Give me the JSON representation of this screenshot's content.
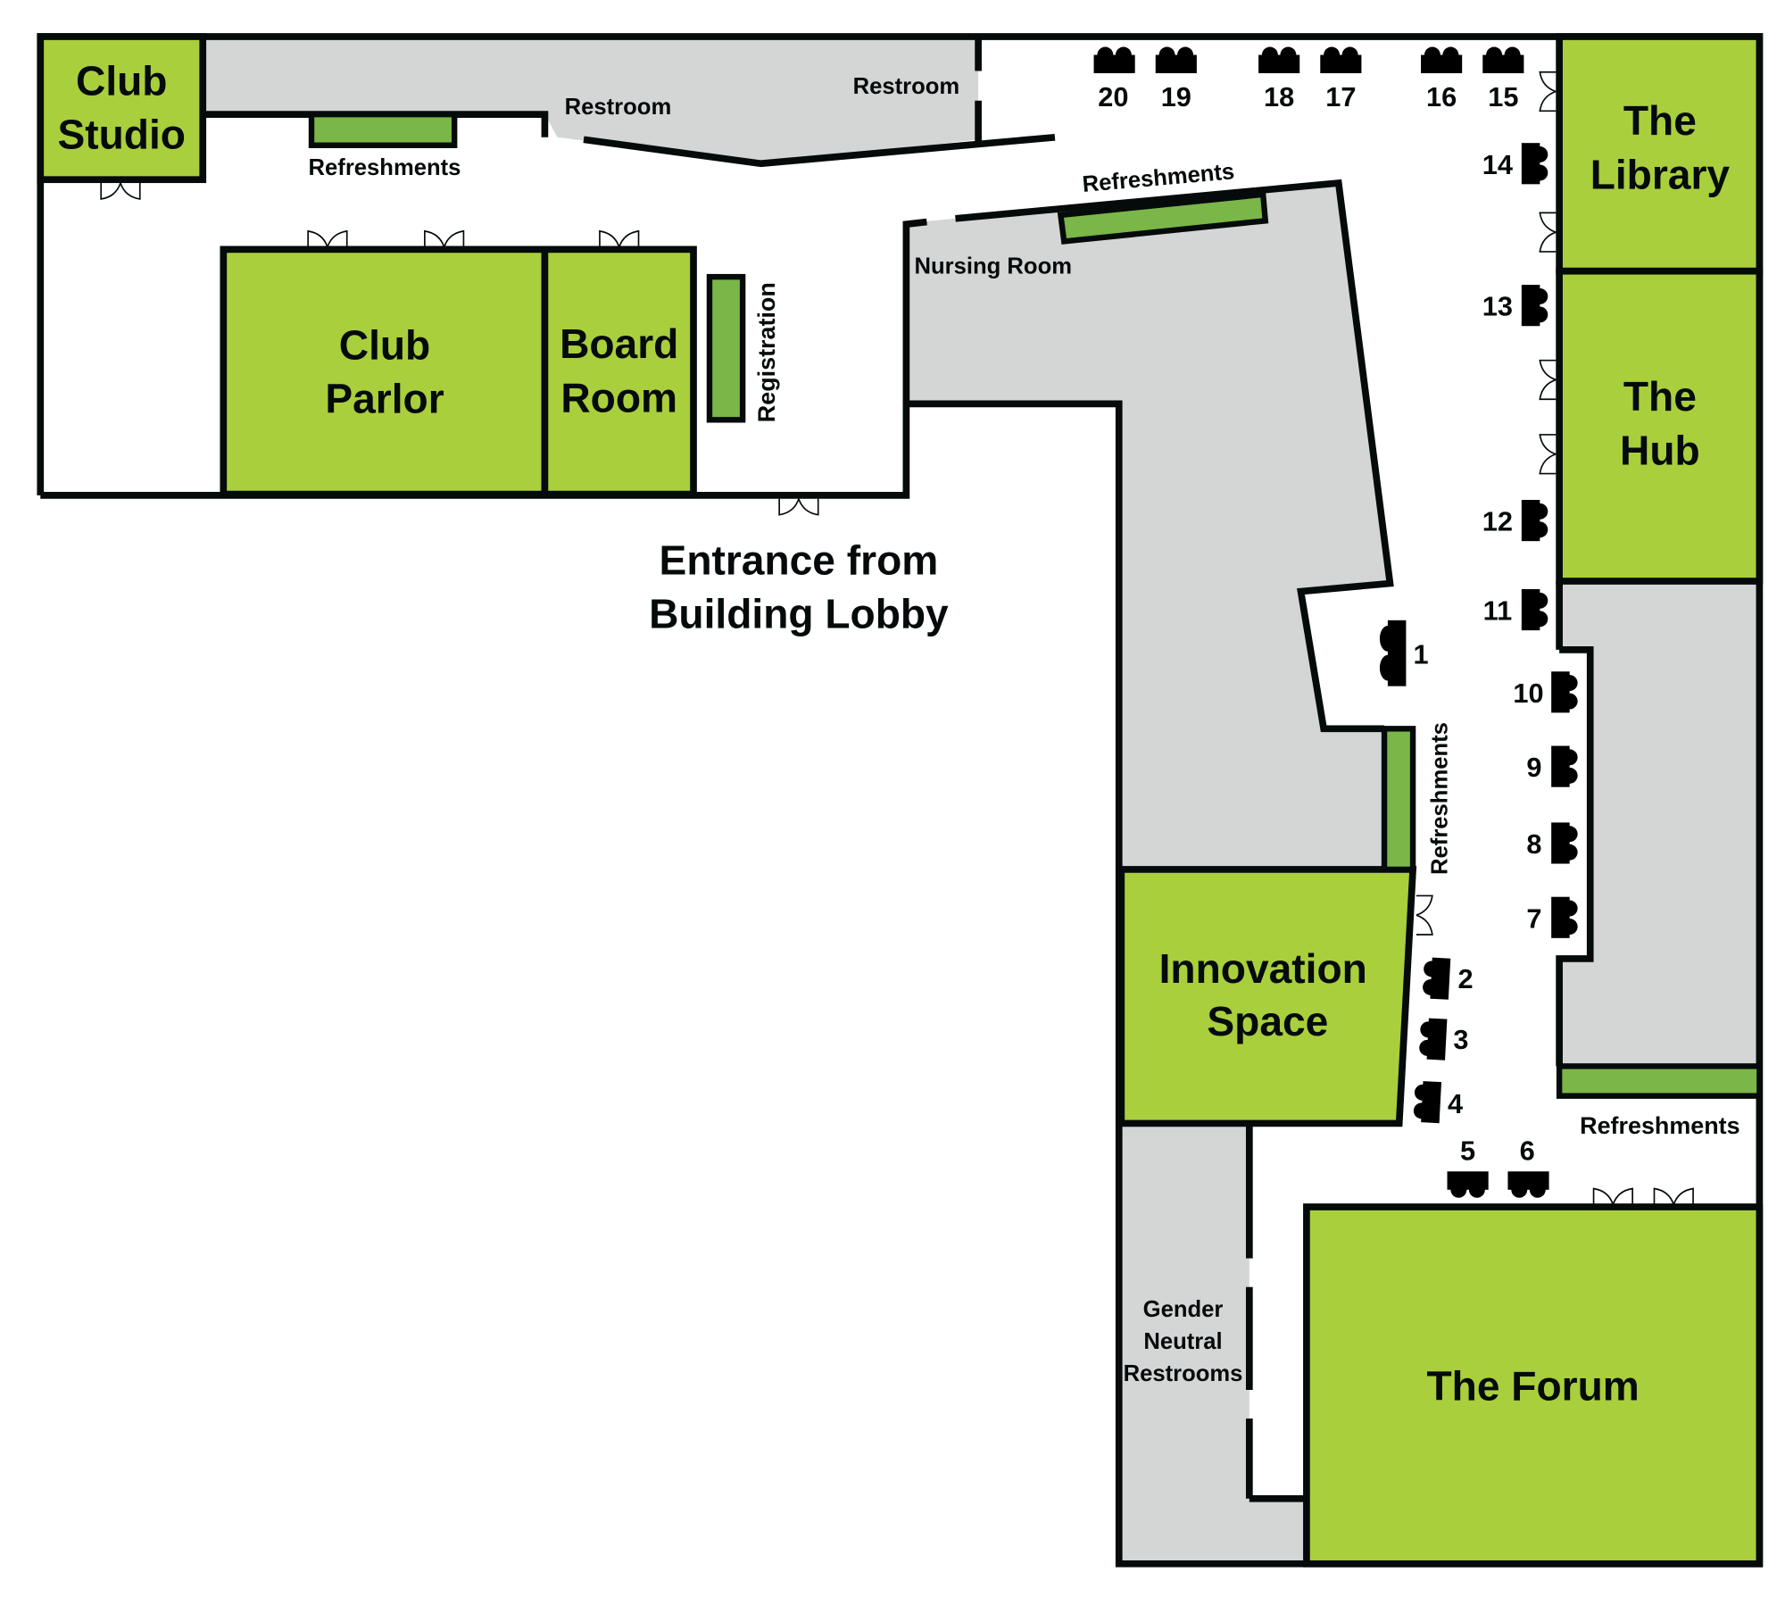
{
  "rooms": {
    "club_studio": [
      "Club",
      "Studio"
    ],
    "club_parlor": [
      "Club",
      "Parlor"
    ],
    "board_room": [
      "Board",
      "Room"
    ],
    "the_library": [
      "The",
      "Library"
    ],
    "the_hub": [
      "The",
      "Hub"
    ],
    "innovation_space": [
      "Innovation",
      "Space"
    ],
    "the_forum": "The Forum"
  },
  "labels": {
    "restroom_left": "Restroom",
    "restroom_right": "Restroom",
    "nursing_room": "Nursing Room",
    "registration": "Registration",
    "refreshments_top_left": "Refreshments",
    "refreshments_top_center": "Refreshments",
    "refreshments_vertical": "Refreshments",
    "refreshments_right": "Refreshments",
    "gender_neutral_restrooms": [
      "Gender",
      "Neutral",
      "Restrooms"
    ],
    "entrance": [
      "Entrance from",
      "Building Lobby"
    ]
  },
  "kiosks": [
    "1",
    "2",
    "3",
    "4",
    "5",
    "6",
    "7",
    "8",
    "9",
    "10",
    "11",
    "12",
    "13",
    "14",
    "15",
    "16",
    "17",
    "18",
    "19",
    "20"
  ],
  "colors": {
    "room": "#a9cf3c",
    "refreshments": "#7ab648",
    "service_area": "#d4d5d5",
    "kiosk": "#6aaed6",
    "wall": "#050a0b"
  }
}
